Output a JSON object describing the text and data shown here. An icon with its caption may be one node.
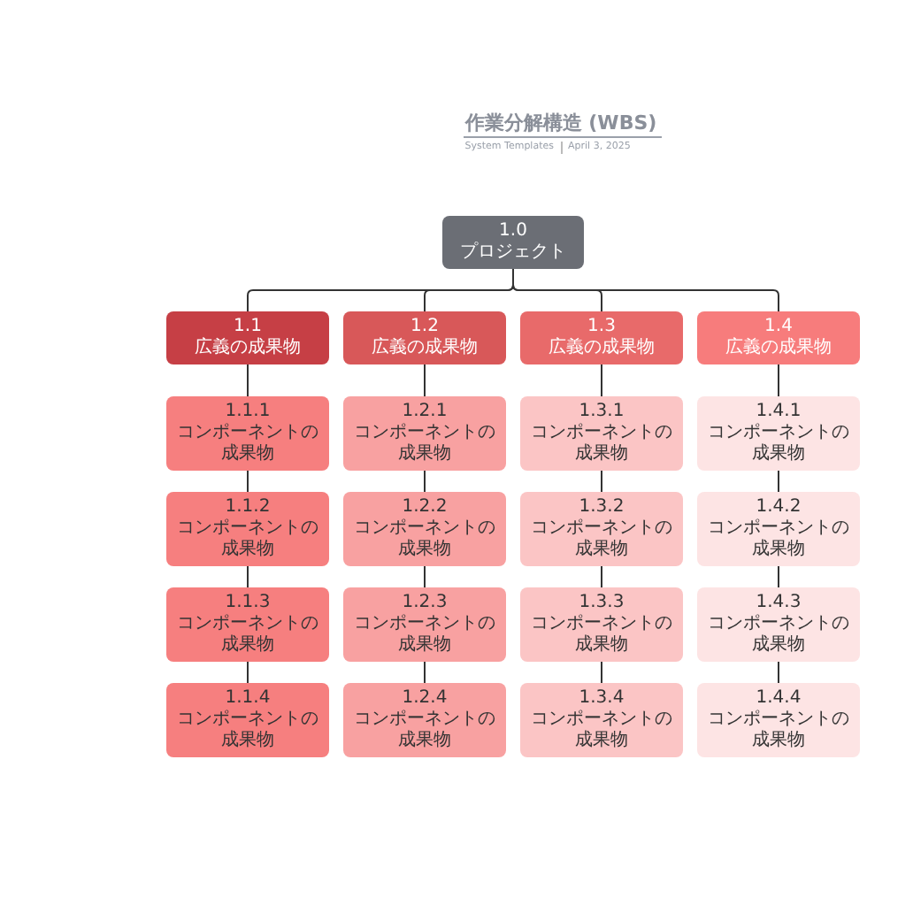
{
  "diagram": {
    "title": "作業分解構造 (WBS)",
    "nodes": [
      {
        "text": [
          "1.0",
          "プロジェクト"
        ]
      },
      {
        "text": [
          "1.1",
          "広義の成果物"
        ]
      },
      {
        "text": [
          "1.2",
          "広義の成果物"
        ]
      },
      {
        "text": [
          "1.3",
          "広義の成果物"
        ]
      },
      {
        "text": [
          "1.4",
          "広義の成果物"
        ]
      },
      {
        "text": [
          "1.1.1",
          "コンポーネントの成果物"
        ]
      },
      {
        "text": [
          "1.2.1",
          "コンポーネントの成果物"
        ]
      },
      {
        "text": [
          "1.3.1",
          "コンポーネントの成果物"
        ]
      },
      {
        "text": [
          "1.4.1",
          "コンポーネントの成果物"
        ]
      },
      {
        "text": [
          "1.1.2",
          "コンポーネントの成果物"
        ]
      },
      {
        "text": [
          "1.2.2",
          "コンポーネントの成果物"
        ]
      },
      {
        "text": [
          "1.3.2",
          "コンポーネントの成果物"
        ]
      },
      {
        "text": [
          "1.4.2",
          "コンポーネントの成果物"
        ]
      },
      {
        "text": [
          "1.1.3",
          "コンポーネントの成果物"
        ]
      },
      {
        "text": [
          "1.2.3",
          "コンポーネントの成果物"
        ]
      },
      {
        "text": [
          "1.3.3",
          "コンポーネントの成果物"
        ]
      },
      {
        "text": [
          "1.4.3",
          "コンポーネントの成果物"
        ]
      },
      {
        "text": [
          "1.1.4",
          "コンポーネントの成果物"
        ]
      },
      {
        "text": [
          "1.2.4",
          "コンポーネントの成果物"
        ]
      },
      {
        "text": [
          "1.3.4",
          "コンポーネントの成果物"
        ]
      },
      {
        "text": [
          "1.4.4",
          "コンポーネントの成果物"
        ]
      }
    ],
    "edges": [
      {
        "from": 0,
        "to": 1,
        "arrow": "none"
      },
      {
        "from": 0,
        "to": 2,
        "arrow": "none"
      },
      {
        "from": 0,
        "to": 3,
        "arrow": "none"
      },
      {
        "from": 0,
        "to": 4,
        "arrow": "none"
      },
      {
        "from": 1,
        "to": 5,
        "arrow": "none"
      },
      {
        "from": 2,
        "to": 6,
        "arrow": "none"
      },
      {
        "from": 3,
        "to": 7,
        "arrow": "none"
      },
      {
        "from": 4,
        "to": 8,
        "arrow": "none"
      },
      {
        "from": 5,
        "to": 9,
        "arrow": "none"
      },
      {
        "from": 6,
        "to": 10,
        "arrow": "none"
      },
      {
        "from": 7,
        "to": 11,
        "arrow": "none"
      },
      {
        "from": 8,
        "to": 12,
        "arrow": "none"
      },
      {
        "from": 9,
        "to": 13,
        "arrow": "none"
      },
      {
        "from": 10,
        "to": 14,
        "arrow": "none"
      },
      {
        "from": 11,
        "to": 15,
        "arrow": "none"
      },
      {
        "from": 12,
        "to": 16,
        "arrow": "none"
      },
      {
        "from": 13,
        "to": 17,
        "arrow": "none"
      },
      {
        "from": 14,
        "to": 18,
        "arrow": "none"
      },
      {
        "from": 15,
        "to": 19,
        "arrow": "none"
      },
      {
        "from": 16,
        "to": 20,
        "arrow": "none"
      }
    ],
    "labels": [
      "System Templates",
      "April 3, 2025"
    ]
  }
}
